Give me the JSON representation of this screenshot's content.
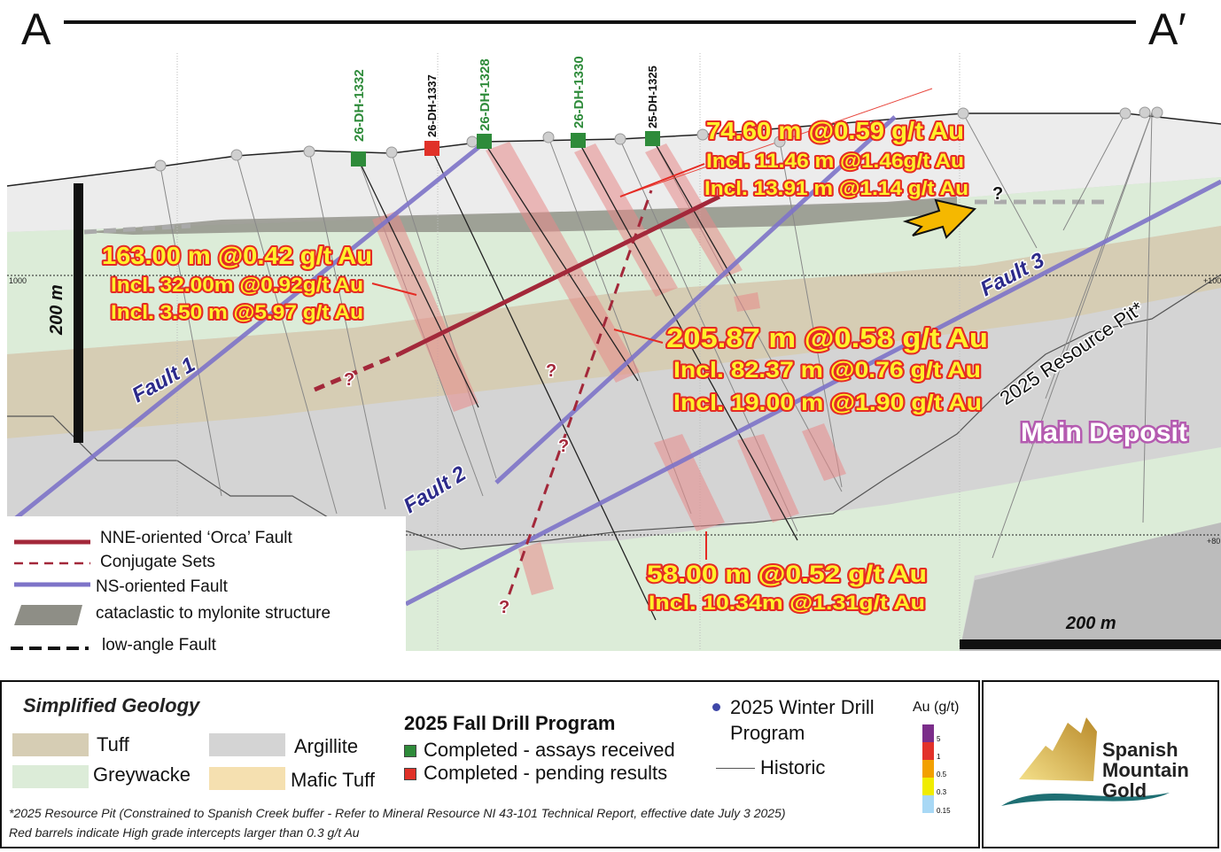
{
  "section": {
    "start_label": "A",
    "end_label": "A′",
    "elevation_left": "1000",
    "elevation_right_upper": "+100",
    "elevation_right_lower": "+80",
    "vertical_scale": "200 m",
    "horizontal_scale": "200 m",
    "question_mark": "?",
    "main_deposit": "Main Deposit",
    "resource_pit": "2025 Resource Pit*",
    "faults": {
      "fault1": "Fault 1",
      "fault2": "Fault 2",
      "fault3": "Fault 3"
    }
  },
  "drill_holes": [
    {
      "id": "26-DH-1332",
      "status": "assays received"
    },
    {
      "id": "26-DH-1337",
      "status": "pending results"
    },
    {
      "id": "26-DH-1328",
      "status": "assays received"
    },
    {
      "id": "26-DH-1330",
      "status": "assays received"
    },
    {
      "id": "25-DH-1325",
      "status": "assays received"
    }
  ],
  "intercepts": [
    {
      "main": "163.00 m @0.42 g/t Au",
      "incl": [
        "Incl. 32.00m @0.92g/t Au",
        "Incl.  3.50 m @5.97 g/t Au"
      ]
    },
    {
      "main": "74.60 m @0.59 g/t Au",
      "incl": [
        "Incl. 11.46 m @1.46g/t Au",
        "Incl.  13.91 m @1.14 g/t Au"
      ]
    },
    {
      "main": "205.87 m @0.58 g/t Au",
      "incl": [
        "Incl. 82.37 m @0.76 g/t Au",
        "Incl. 19.00 m @1.90 g/t Au"
      ]
    },
    {
      "main": "58.00 m @0.52 g/t Au",
      "incl": [
        "Incl. 10.34m @1.31g/t Au"
      ]
    }
  ],
  "structure_legend": [
    "NNE-oriented ‘Orca’ Fault",
    "Conjugate Sets",
    "NS-oriented Fault",
    "cataclastic to mylonite structure",
    "low-angle Fault"
  ],
  "geology_legend": {
    "title": "Simplified Geology",
    "units": [
      {
        "name": "Tuff",
        "color": "#d6cdb4"
      },
      {
        "name": "Argillite",
        "color": "#d4d4d4"
      },
      {
        "name": "Greywacke",
        "color": "#dcecd8"
      },
      {
        "name": "Mafic Tuff",
        "color": "#f5e0b0"
      }
    ]
  },
  "fall_program": {
    "title": "2025 Fall Drill Program",
    "items": [
      {
        "label": "Completed - assays received",
        "color": "#2e8b3a"
      },
      {
        "label": "Completed - pending results",
        "color": "#e03128"
      }
    ]
  },
  "winter_program": {
    "label_line1": "2025 Winter Drill",
    "label_line2": "Program",
    "color": "#3f47a8"
  },
  "historic": {
    "label": "Historic"
  },
  "grade_scale": {
    "title": "Au (g/t)",
    "bins": [
      {
        "label": "5",
        "color": "#7b2d8a"
      },
      {
        "label": "1",
        "color": "#e2322a"
      },
      {
        "label": "0.5",
        "color": "#f2a000"
      },
      {
        "label": "0.3",
        "color": "#f0ec00"
      },
      {
        "label": "0.15",
        "color": "#a8d8f5"
      }
    ]
  },
  "footnotes": [
    "*2025 Resource Pit (Constrained to Spanish Creek buffer - Refer to Mineral Resource NI 43-101 Technical Report, effective date July 3 2025)",
    "Red barrels indicate High grade intercepts larger than 0.3 g/t Au"
  ],
  "logo": {
    "line1": "Spanish",
    "line2": "Mountain",
    "line3": "Gold"
  }
}
